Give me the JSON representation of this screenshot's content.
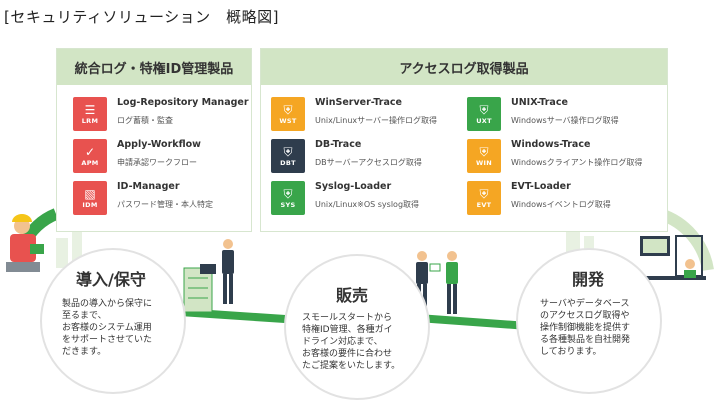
{
  "page_title": "[セキュリティソリューション　概略図]",
  "left_panel": {
    "header": "統合ログ・特権ID管理製品",
    "products": [
      {
        "abbr": "LRM",
        "name": "Log-Repository Manager",
        "desc": "ログ蓄積・監査",
        "color": "#e8524f",
        "icon": "document-icon"
      },
      {
        "abbr": "APM",
        "name": "Apply-Workflow",
        "desc": "申請承認ワークフロー",
        "color": "#e8524f",
        "icon": "clipboard-icon"
      },
      {
        "abbr": "IDM",
        "name": "ID-Manager",
        "desc": "パスワード管理・本人特定",
        "color": "#e8524f",
        "icon": "id-card-icon"
      }
    ]
  },
  "right_panel": {
    "header": "アクセスログ取得製品",
    "products": [
      {
        "abbr": "WST",
        "name": "WinServer-Trace",
        "desc": "Unix/Linuxサーバー操作ログ取得",
        "color": "#f5a623",
        "icon": "shield-icon"
      },
      {
        "abbr": "DBT",
        "name": "DB-Trace",
        "desc": "DBサーバーアクセスログ取得",
        "color": "#2f3d4d",
        "icon": "shield-icon"
      },
      {
        "abbr": "SYS",
        "name": "Syslog-Loader",
        "desc": "Unix/Linux※OS syslog取得",
        "color": "#39a54a",
        "icon": "shield-icon"
      },
      {
        "abbr": "UXT",
        "name": "UNIX-Trace",
        "desc": "Windowsサーバ操作ログ取得",
        "color": "#39a54a",
        "icon": "shield-icon"
      },
      {
        "abbr": "WIN",
        "name": "Windows-Trace",
        "desc": "Windowsクライアント操作ログ取得",
        "color": "#f5a623",
        "icon": "shield-icon"
      },
      {
        "abbr": "EVT",
        "name": "EVT-Loader",
        "desc": "Windowsイベントログ取得",
        "color": "#f5a623",
        "icon": "shield-icon"
      }
    ]
  },
  "circles": [
    {
      "title": "導入/保守",
      "body": "製品の導入から保守に\n至るまで、\nお客様のシステム運用\nをサポートさせていた\nだきます。"
    },
    {
      "title": "販売",
      "body": "スモールスタートから\n特権ID管理、各種ガイ\nドライン対応まで、\nお客様の要件に合わせ\nたご提案をいたします。"
    },
    {
      "title": "開発",
      "body": "サーバやデータベース\nのアクセスログ取得や\n操作制御機能を提供す\nる各種製品を自社開発\nしております。"
    }
  ],
  "colors": {
    "accent_green": "#39a54a",
    "header_green": "#d2e5c5",
    "red": "#e8524f",
    "orange": "#f5a623",
    "navy": "#2f3d4d"
  }
}
